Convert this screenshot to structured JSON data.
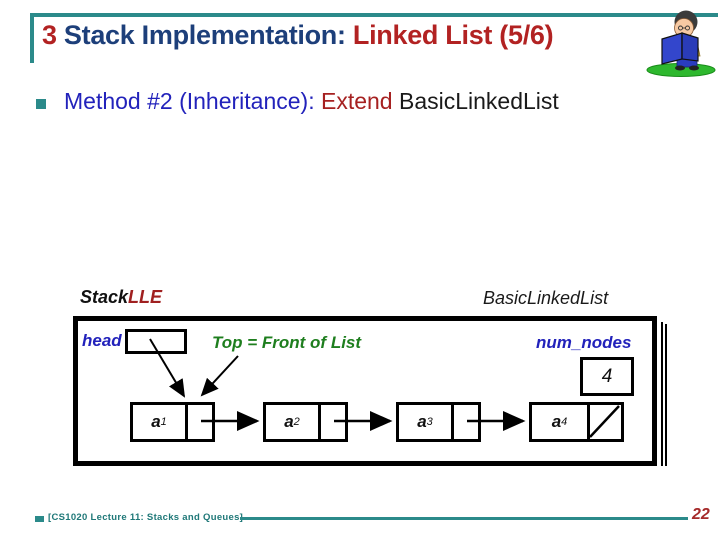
{
  "slide_title": {
    "number": "3",
    "main": " Stack Implementation: ",
    "highlight": "Linked List (5/6)"
  },
  "bullet": {
    "lead": "Method #2 (Inheritance): ",
    "emphasis": "Extend ",
    "subject": "BasicLinkedList"
  },
  "diagram": {
    "stack_class": {
      "prefix": "Stack",
      "suffix": "LLE"
    },
    "parent_class": "BasicLinkedList",
    "head_label": "head",
    "top_note": "Top = Front of List",
    "num_nodes_label": "num_nodes",
    "num_nodes_value": "4",
    "nodes": [
      {
        "label": "a",
        "sub": "1"
      },
      {
        "label": "a",
        "sub": "2"
      },
      {
        "label": "a",
        "sub": "3"
      },
      {
        "label": "a",
        "sub": "4"
      }
    ]
  },
  "footer": {
    "course": "[CS1020 Lecture 11: Stacks and Queues]",
    "page": "22"
  },
  "icons": {
    "clipart": "reading-boy-clipart"
  },
  "colors": {
    "teal": "#2b8a8a",
    "title_navy": "#1d3f7a",
    "title_red": "#b22222",
    "bullet_blue": "#2222bb",
    "emphasis_red": "#a62121",
    "label_blue": "#2222bb",
    "note_green": "#1e7e1e",
    "page_red": "#a52a2a",
    "line_black": "#000000"
  }
}
